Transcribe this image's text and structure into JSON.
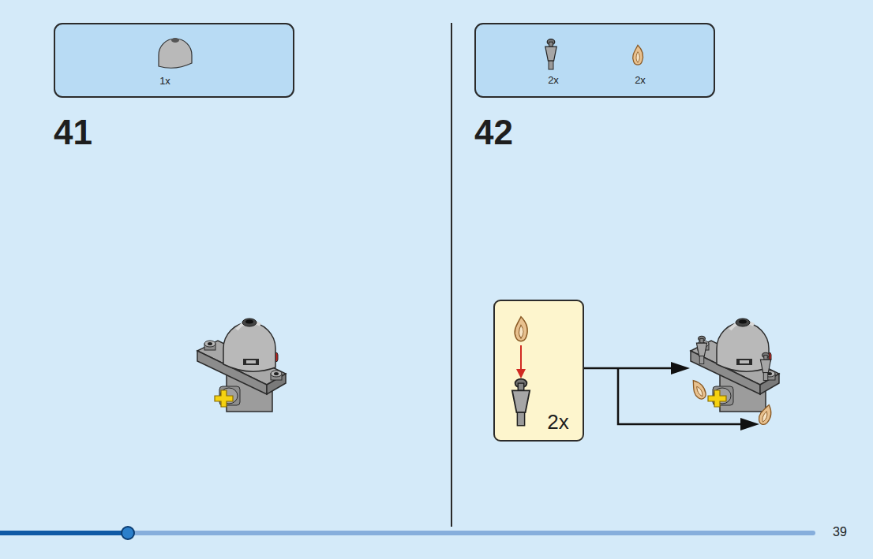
{
  "diagram": {
    "nodes": [
      {
        "text": [
          "1x"
        ]
      },
      {
        "text": [
          "2x",
          "2x"
        ]
      },
      {
        "text": [
          "2x"
        ]
      }
    ],
    "labels": [
      "41",
      "42",
      "39"
    ]
  }
}
